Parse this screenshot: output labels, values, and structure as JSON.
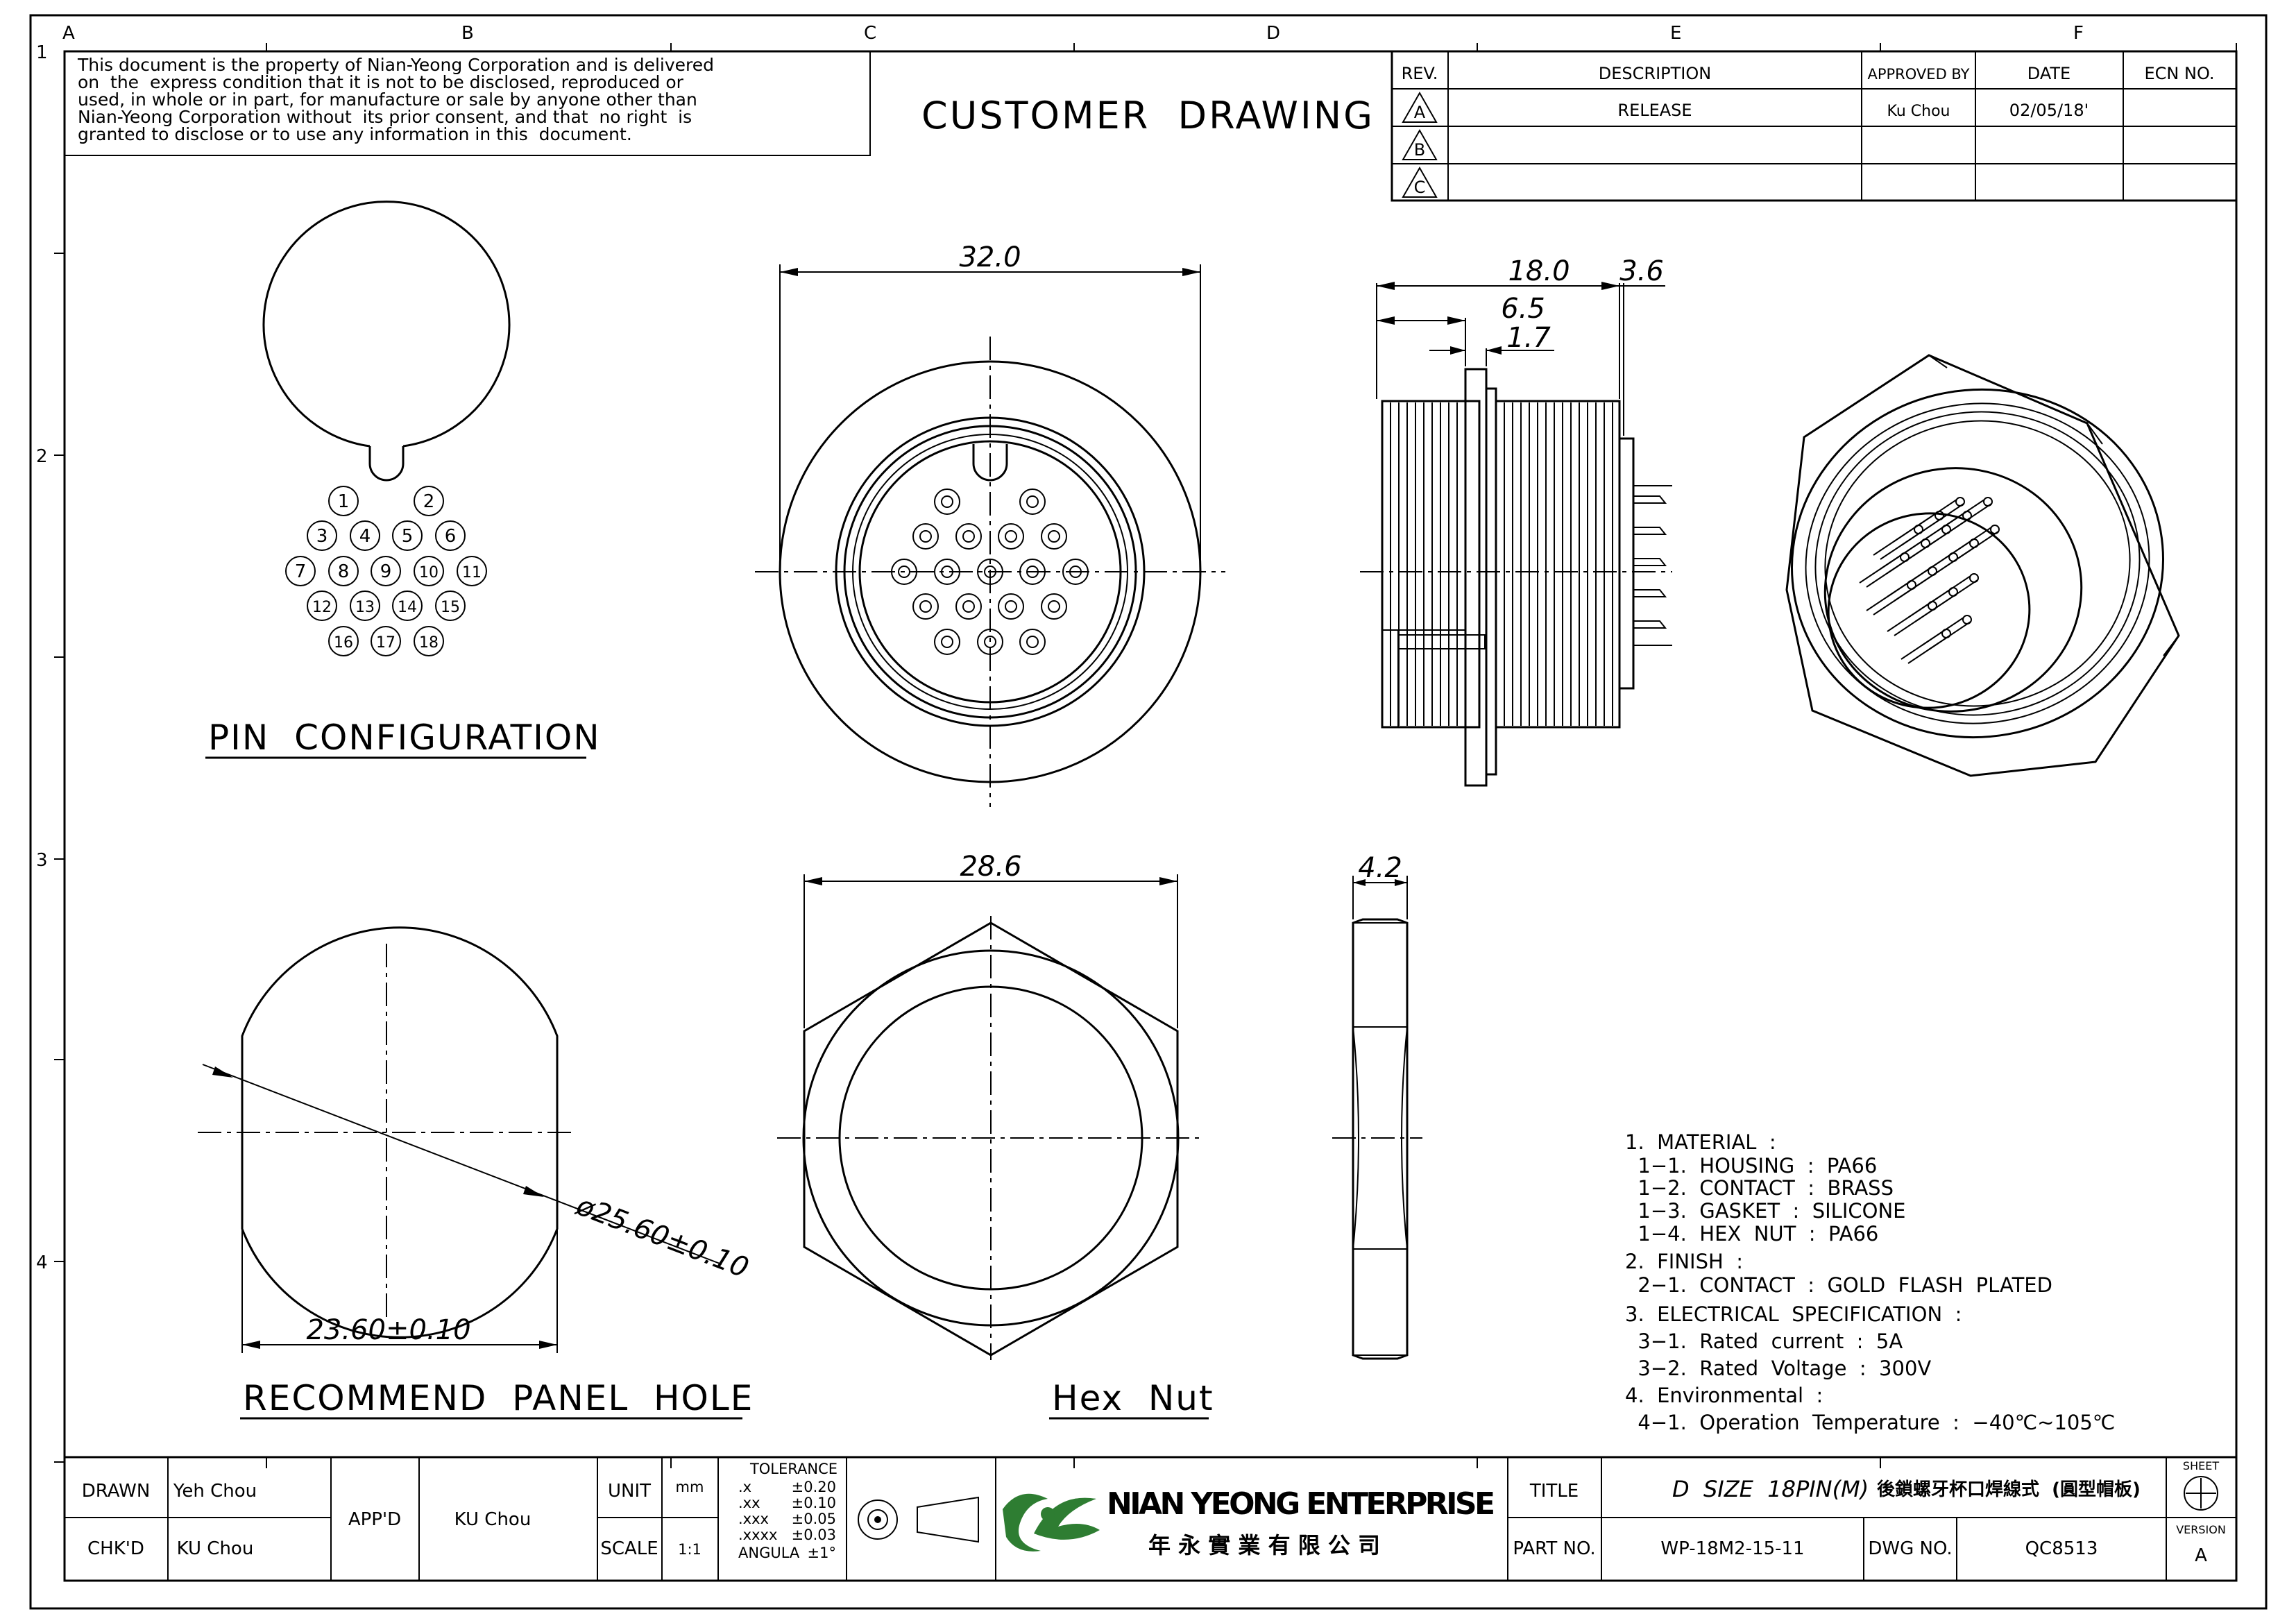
{
  "border": {
    "columns": [
      "A",
      "B",
      "C",
      "D",
      "E",
      "F"
    ],
    "rows": [
      "1",
      "2",
      "3",
      "4"
    ]
  },
  "notice": [
    "This document is the property of Nian-Yeong Corporation and is delivered",
    "on  the  express condition that it is not to be disclosed, reproduced or",
    "used, in whole or in part, for manufacture or sale by anyone other than",
    "Nian-Yeong Corporation without  its prior consent, and that  no right  is",
    "granted to disclose or to use any information in this  document."
  ],
  "drawing_title": "CUSTOMER  DRAWING",
  "revision": {
    "headers": {
      "rev": "REV.",
      "description": "DESCRIPTION",
      "approved": "APPROVED BY",
      "date": "DATE",
      "ecn": "ECN NO."
    },
    "rows": [
      {
        "rev": "A",
        "description": "RELEASE",
        "approved": "Ku Chou",
        "date": "02/05/18'",
        "ecn": ""
      },
      {
        "rev": "B",
        "description": "",
        "approved": "",
        "date": "",
        "ecn": ""
      },
      {
        "rev": "C",
        "description": "",
        "approved": "",
        "date": "",
        "ecn": ""
      }
    ]
  },
  "views": {
    "pin_config": {
      "label": "PIN  CONFIGURATION",
      "pins": [
        "1",
        "2",
        "3",
        "4",
        "5",
        "6",
        "7",
        "8",
        "9",
        "10",
        "11",
        "12",
        "13",
        "14",
        "15",
        "16",
        "17",
        "18"
      ]
    },
    "front": {
      "dim_width": "32.0"
    },
    "side": {
      "dim_total": "18.0",
      "dim_rear": "3.6",
      "dim_thread": "6.5",
      "dim_flange": "1.7"
    },
    "panel_hole": {
      "label": "RECOMMEND  PANEL  HOLE",
      "dim_diameter": "ø25.60±0.10",
      "dim_flat": "23.60±0.10"
    },
    "hex_nut": {
      "label": "Hex  Nut",
      "dim_width": "28.6",
      "dim_thickness": "4.2"
    }
  },
  "notes": [
    "1.  MATERIAL  :",
    "  1−1.  HOUSING  :  PA66",
    "  1−2.  CONTACT  :  BRASS",
    "  1−3.  GASKET  :  SILICONE",
    "  1−4.  HEX  NUT  :  PA66",
    "2.  FINISH  :",
    "  2−1.  CONTACT  :  GOLD  FLASH  PLATED",
    "3.  ELECTRICAL  SPECIFICATION  :",
    "  3−1.  Rated  current  :  5A",
    "  3−2.  Rated  Voltage  :  300V",
    "4.  Environmental  :",
    "  4−1.  Operation  Temperature  :  −40℃~105℃"
  ],
  "title_block": {
    "drawn_label": "DRAWN",
    "drawn_value": "Yeh Chou",
    "chkd_label": "CHK'D",
    "chkd_value": "KU Chou",
    "appd_label": "APP'D",
    "appd_value": "KU Chou",
    "unit_label": "UNIT",
    "unit_value": "mm",
    "scale_label": "SCALE",
    "scale_value": "1:1",
    "tolerance_title": "TOLERANCE",
    "tolerances": [
      {
        "k": ".x",
        "v": "±0.20"
      },
      {
        "k": ".xx",
        "v": "±0.10"
      },
      {
        "k": ".xxx",
        "v": "±0.05"
      },
      {
        "k": ".xxxx",
        "v": "±0.03"
      },
      {
        "k": "ANGULA",
        "v": "±1°"
      }
    ],
    "company_en": "NIAN YEONG ENTERPRISE",
    "company_cn": "年 永 實 業 有 限 公 司",
    "title_label": "TITLE",
    "title_value": "D  SIZE  18PIN(M)",
    "title_cn": "後鎖螺牙杯口焊線式  (圓型帽板)",
    "part_label": "PART NO.",
    "part_value": "WP-18M2-15-11",
    "dwg_label": "DWG NO.",
    "dwg_value": "QC8513",
    "sheet_label": "SHEET",
    "version_label": "VERSION",
    "version_value": "A"
  },
  "colors": {
    "ink": "#000000",
    "paper": "#ffffff",
    "logo_green": "#2e7d32"
  }
}
